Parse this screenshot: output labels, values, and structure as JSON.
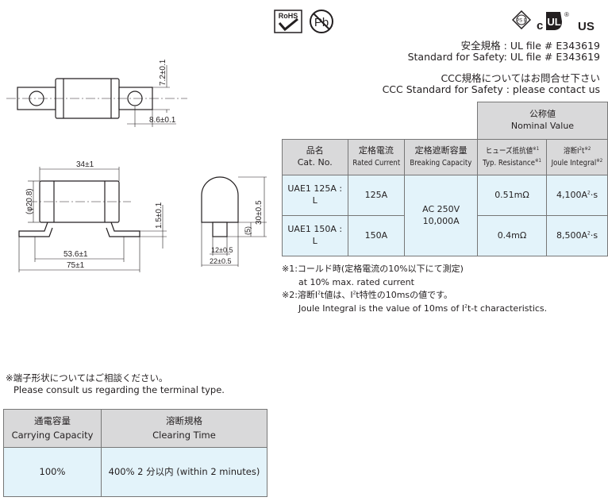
{
  "certs": {
    "rohs": "RoHS",
    "pb": "Pb",
    "pse": "PS E",
    "ul_c": "c",
    "ul_us": "US",
    "ul_mark": "UL",
    "reg": "®"
  },
  "standards": {
    "ul_jp": "安全規格 : UL file # E343619",
    "ul_en": "Standard for Safety: UL file # E343619",
    "ccc_jp": "CCC規格についてはお問合せ下さい",
    "ccc_en": "CCC Standard for Safety : please contact us"
  },
  "dims": {
    "d72": "7.2±0.1",
    "d86": "8.6±0.1",
    "d34": "34±1",
    "d208": "(φ20.8)",
    "d15": "1.5±0.1",
    "d536": "53.6±1",
    "d75": "75±1",
    "d5": "(5)",
    "d30": "30±0.5",
    "d12": "12±0.5",
    "d22": "22±0.5"
  },
  "spec_table": {
    "nominal_jp": "公称値",
    "nominal_en": "Nominal Value",
    "col_cat_jp": "品名",
    "col_cat_en": "Cat. No.",
    "col_rated_jp": "定格電流",
    "col_rated_en": "Rated Current",
    "col_break_jp": "定格遮断容量",
    "col_break_en": "Breaking Capacity",
    "col_res_jp": "ヒューズ抵抗値",
    "col_res_mark": "※1",
    "col_res_en": "Typ. Resistance",
    "col_joule_jp_a": "溶断I",
    "col_joule_jp_sup": "2",
    "col_joule_jp_b": "t",
    "col_joule_mark": "※2",
    "col_joule_en": "Joule Integral",
    "breaking_v": "AC 250V",
    "breaking_a": "10,000A",
    "sup2": "2",
    "joule_unit": "·s",
    "rows": [
      {
        "cat": "UAE1 125A : L",
        "rated": "125A",
        "res": "0.51mΩ",
        "joule": "4,100A"
      },
      {
        "cat": "UAE1 150A : L",
        "rated": "150A",
        "res": "0.4mΩ",
        "joule": "8,500A"
      }
    ]
  },
  "notes": {
    "n1_jp": "※1:コールド時(定格電流の10%以下にて測定)",
    "n1_en": "at 10% max. rated current",
    "n2_jp_a": "※2:溶断I",
    "n2_jp_b": "t値は、I",
    "n2_jp_c": "t特性の10msの値です。",
    "n2_en_a": "Joule Integral is the value of 10ms of I",
    "n2_en_b": "t-t characteristics.",
    "sup2": "2"
  },
  "terminal": {
    "jp": "※端子形状についてはご相談ください。",
    "en": "Please consult us regarding the terminal type."
  },
  "carry_table": {
    "col1_jp": "通電容量",
    "col1_en": "Carrying Capacity",
    "col2_jp": "溶断規格",
    "col2_en": "Clearing Time",
    "val1": "100%",
    "val2": "400% 2 分以内 (within 2 minutes)"
  }
}
